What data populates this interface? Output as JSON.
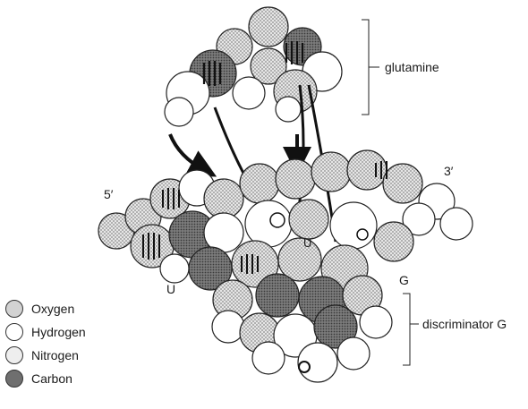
{
  "labels": {
    "glutamine": "glutamine",
    "five_prime": "5′",
    "three_prime": "3′",
    "u_left": "U",
    "u_center": "U",
    "g_right": "G",
    "discriminator": "discriminator G"
  },
  "legend": [
    {
      "label": "Oxygen",
      "color": "#d2d2d2"
    },
    {
      "label": "Hydrogen",
      "color": "#ffffff"
    },
    {
      "label": "Nitrogen",
      "color": "#eeeeee"
    },
    {
      "label": "Carbon",
      "color": "#6f6f6f"
    }
  ],
  "colors": {
    "oxygen": "#d2d2d2",
    "hydrogen": "#ffffff",
    "nitrogen": "#eeeeee",
    "carbon": "#6f6f6f",
    "outline": "#222222"
  }
}
